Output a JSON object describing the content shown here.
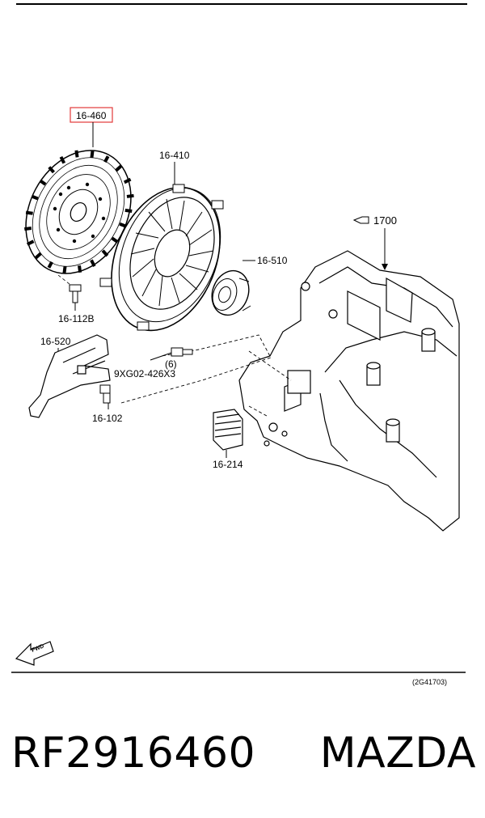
{
  "callouts": {
    "highlight": "16-460",
    "pressure_plate": "16-410",
    "transmission": "1700",
    "release_bearing": "16-510",
    "bolt": "16-112B",
    "fork": "16-520",
    "bolt_count_note": "(6)",
    "bolt_spec": "9XG02-426X3",
    "pivot": "16-102",
    "boot": "16-214",
    "fwd": "FWD",
    "ref": "(2G41703)"
  },
  "footer": {
    "part_number": "RF2916460",
    "brand": "MAZDA"
  },
  "colors": {
    "highlight": "#e23a3a",
    "ink": "#000000"
  }
}
